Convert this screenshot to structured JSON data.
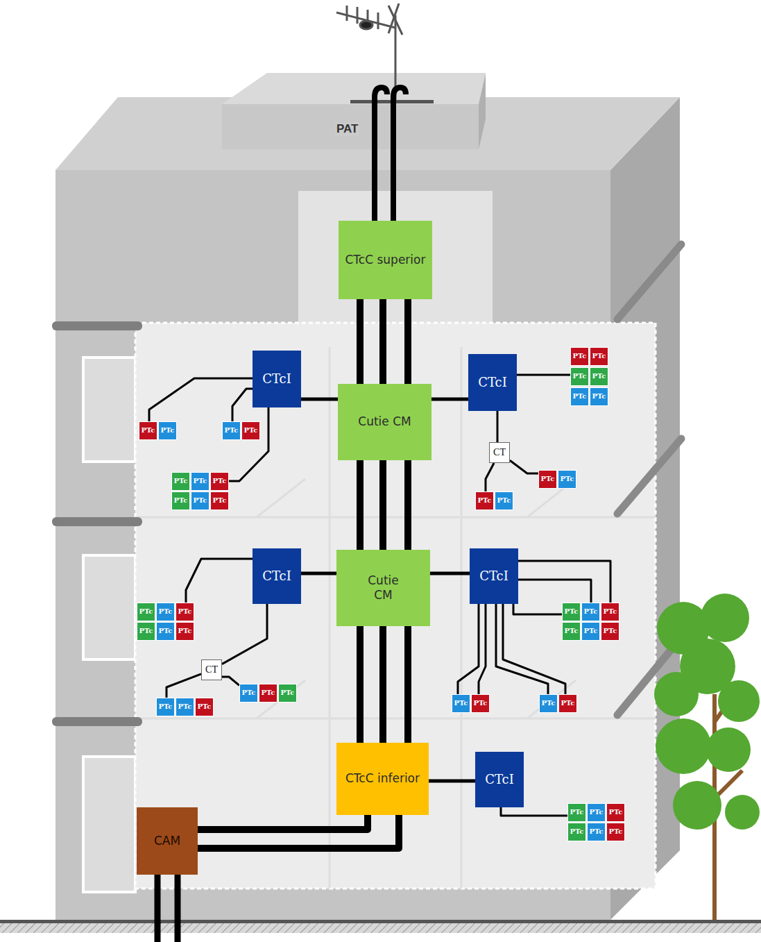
{
  "diagram": {
    "nodes": [
      {
        "text": [
          "CTcC superior"
        ]
      },
      {
        "text": [
          "Cutie CM"
        ]
      },
      {
        "text": [
          "CTcI"
        ]
      },
      {
        "text": [
          "CTcI"
        ]
      },
      {
        "text": [
          "CT"
        ]
      },
      {
        "text": [
          "Cutie CM"
        ]
      },
      {
        "text": [
          "CTcI"
        ]
      },
      {
        "text": [
          "CT"
        ]
      },
      {
        "text": [
          "CTcI"
        ]
      },
      {
        "text": [
          "CTcC inferior"
        ]
      },
      {
        "text": [
          "CTcI"
        ]
      },
      {
        "text": [
          "CAM"
        ]
      },
      {
        "text": [
          "PTc"
        ]
      },
      {
        "text": [
          "PTc"
        ]
      },
      {
        "text": [
          "PTc"
        ]
      },
      {
        "text": [
          "PTc"
        ]
      },
      {
        "text": [
          "PTc"
        ]
      },
      {
        "text": [
          "PTc"
        ]
      },
      {
        "text": [
          "PTc"
        ]
      },
      {
        "text": [
          "PTc"
        ]
      },
      {
        "text": [
          "PTc"
        ]
      },
      {
        "text": [
          "PTc"
        ]
      },
      {
        "text": [
          "PTc"
        ]
      },
      {
        "text": [
          "PTc"
        ]
      },
      {
        "text": [
          "PTc"
        ]
      },
      {
        "text": [
          "PTc"
        ]
      },
      {
        "text": [
          "PTc"
        ]
      },
      {
        "text": [
          "PTc"
        ]
      },
      {
        "text": [
          "PTc"
        ]
      },
      {
        "text": [
          "PTc"
        ]
      },
      {
        "text": [
          "PTc"
        ]
      },
      {
        "text": [
          "PTc"
        ]
      },
      {
        "text": [
          "PTc"
        ]
      },
      {
        "text": [
          "PTc"
        ]
      },
      {
        "text": [
          "PTc"
        ]
      },
      {
        "text": [
          "PTc"
        ]
      },
      {
        "text": [
          "PTc"
        ]
      },
      {
        "text": [
          "PTc"
        ]
      },
      {
        "text": [
          "PTc"
        ]
      },
      {
        "text": [
          "PTc"
        ]
      },
      {
        "text": [
          "PTc"
        ]
      },
      {
        "text": [
          "PTc"
        ]
      },
      {
        "text": [
          "PTc"
        ]
      },
      {
        "text": [
          "PTc"
        ]
      },
      {
        "text": [
          "PTc"
        ]
      },
      {
        "text": [
          "PTc"
        ]
      },
      {
        "text": [
          "PTc"
        ]
      },
      {
        "text": [
          "PTc"
        ]
      },
      {
        "text": [
          "PTc"
        ]
      },
      {
        "text": [
          "PTc"
        ]
      },
      {
        "text": [
          "PTc"
        ]
      },
      {
        "text": [
          "PTc"
        ]
      },
      {
        "text": [
          "PTc"
        ]
      },
      {
        "text": [
          "PTc"
        ]
      },
      {
        "text": [
          "PTc"
        ]
      },
      {
        "text": [
          "PTc"
        ]
      },
      {
        "text": [
          "PTc"
        ]
      },
      {
        "text": [
          "PTc"
        ]
      },
      {
        "text": [
          "PTc"
        ]
      },
      {
        "text": [
          "PTc"
        ]
      }
    ],
    "edges": [
      {
        "from": 0,
        "to": 1,
        "arrow": "none"
      },
      {
        "from": 0,
        "to": 1,
        "arrow": "none"
      },
      {
        "from": 0,
        "to": 1,
        "arrow": "none"
      },
      {
        "from": 1,
        "to": 5,
        "arrow": "none"
      },
      {
        "from": 1,
        "to": 5,
        "arrow": "none"
      },
      {
        "from": 1,
        "to": 5,
        "arrow": "none"
      },
      {
        "from": 5,
        "to": 9,
        "arrow": "none"
      },
      {
        "from": 5,
        "to": 9,
        "arrow": "none"
      },
      {
        "from": 5,
        "to": 9,
        "arrow": "none"
      },
      {
        "from": 9,
        "to": 11,
        "arrow": "none"
      },
      {
        "from": 9,
        "to": 11,
        "arrow": "none"
      },
      {
        "from": 1,
        "to": 2,
        "arrow": "none"
      },
      {
        "from": 1,
        "to": 3,
        "arrow": "none"
      },
      {
        "from": 2,
        "to": 12,
        "arrow": "none"
      },
      {
        "from": 2,
        "to": 14,
        "arrow": "none"
      },
      {
        "from": 2,
        "to": 18,
        "arrow": "none"
      },
      {
        "from": 3,
        "to": 24,
        "arrow": "none"
      },
      {
        "from": 3,
        "to": 4,
        "arrow": "none"
      },
      {
        "from": 4,
        "to": 28,
        "arrow": "none"
      },
      {
        "from": 4,
        "to": 30,
        "arrow": "none"
      },
      {
        "from": 5,
        "to": 6,
        "arrow": "none"
      },
      {
        "from": 5,
        "to": 8,
        "arrow": "none"
      },
      {
        "from": 6,
        "to": 34,
        "arrow": "none"
      },
      {
        "from": 6,
        "to": 7,
        "arrow": "none"
      },
      {
        "from": 7,
        "to": 38,
        "arrow": "none"
      },
      {
        "from": 7,
        "to": 41,
        "arrow": "none"
      },
      {
        "from": 8,
        "to": 46,
        "arrow": "none"
      },
      {
        "from": 8,
        "to": 45,
        "arrow": "none"
      },
      {
        "from": 8,
        "to": 44,
        "arrow": "none"
      },
      {
        "from": 8,
        "to": 50,
        "arrow": "none"
      },
      {
        "from": 8,
        "to": 51,
        "arrow": "none"
      },
      {
        "from": 8,
        "to": 52,
        "arrow": "none"
      },
      {
        "from": 8,
        "to": 53,
        "arrow": "none"
      },
      {
        "from": 9,
        "to": 10,
        "arrow": "none"
      },
      {
        "from": 10,
        "to": 54,
        "arrow": "none"
      }
    ],
    "labels": [
      "PAT"
    ]
  }
}
